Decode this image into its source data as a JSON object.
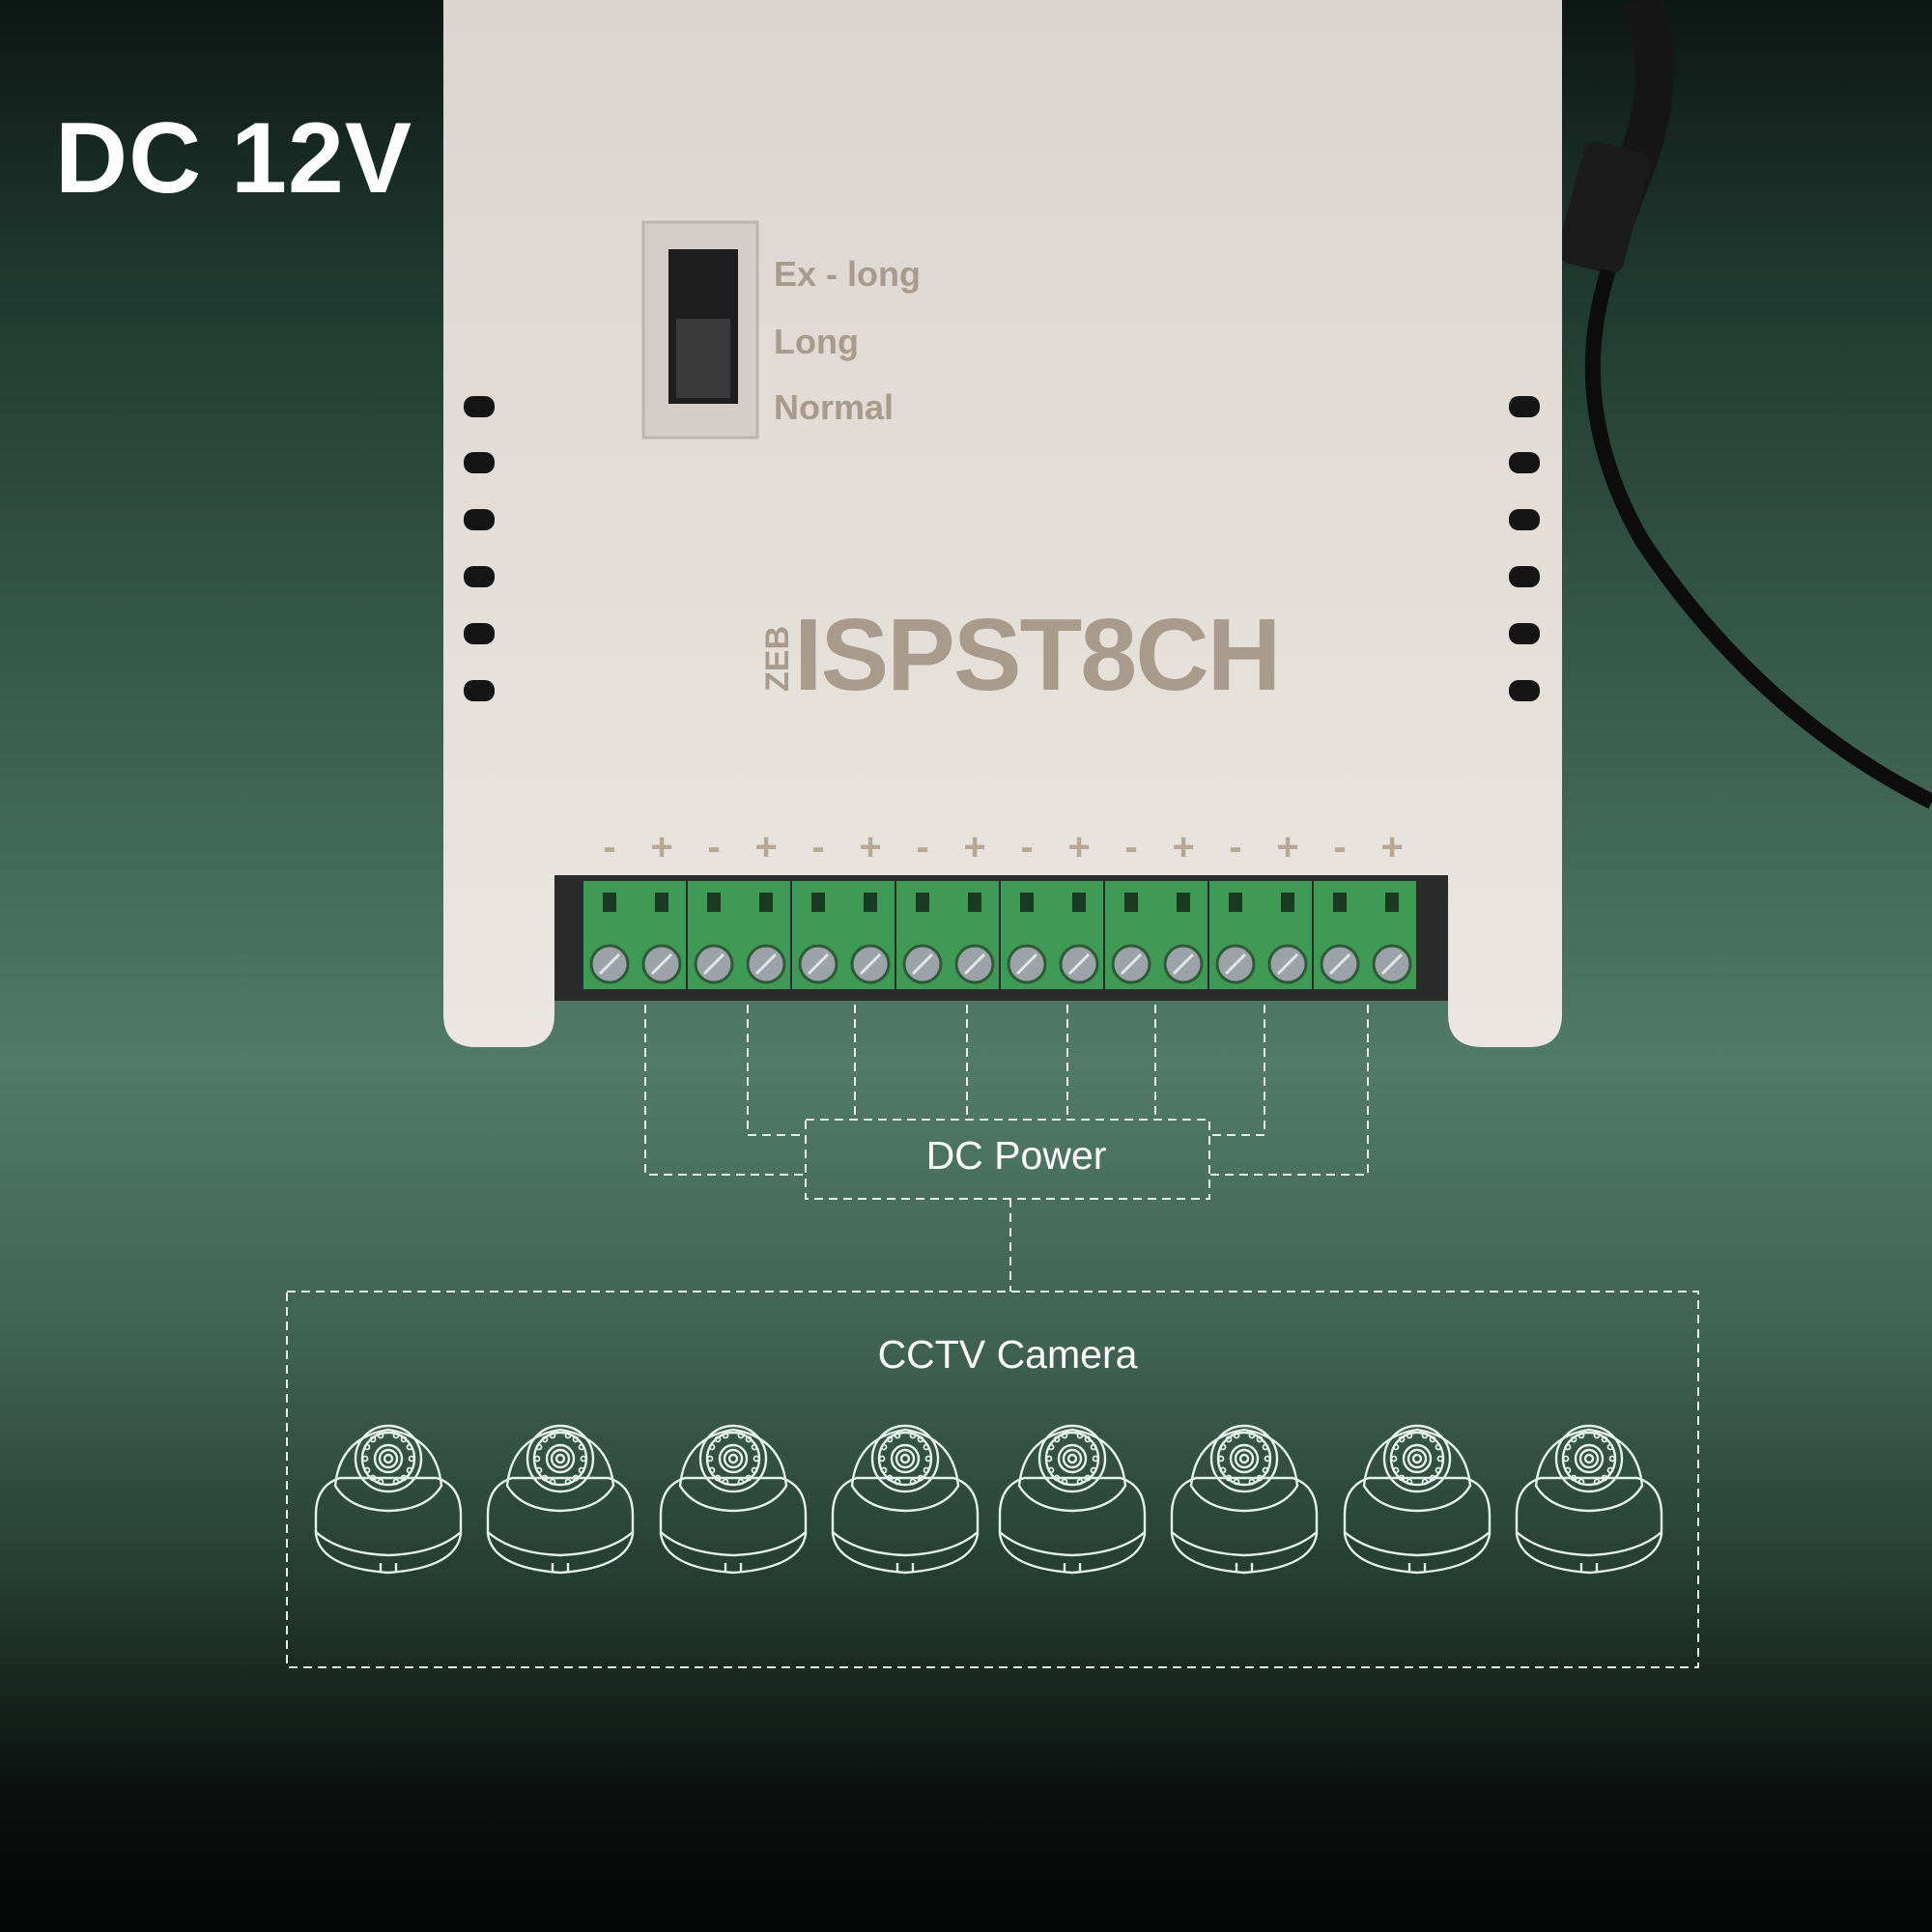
{
  "title": "DC 12V",
  "device": {
    "brand": "ZEB",
    "model": "ISPST8CH",
    "switch_options": [
      "Ex - long",
      "Long",
      "Normal"
    ],
    "terminal_polarity": [
      "-",
      "+",
      "-",
      "+",
      "-",
      "+",
      "-",
      "+",
      "-",
      "+",
      "-",
      "+",
      "-",
      "+",
      "-",
      "+"
    ],
    "channels": 8
  },
  "diagram": {
    "power_label": "DC Power",
    "camera_label": "CCTV Camera",
    "camera_count": 8
  },
  "colors": {
    "terminal_green": "#3f9a56",
    "device_body": "#e6dfd9",
    "label_tan": "#a89b8b",
    "line": "#e8efe9"
  }
}
